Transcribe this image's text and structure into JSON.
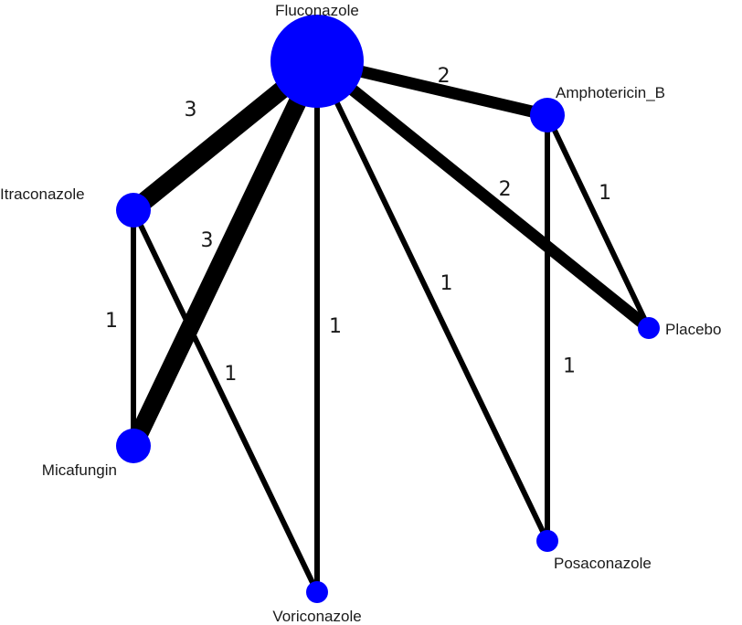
{
  "colors": {
    "node": "#0000ff",
    "edge": "#000000",
    "text": "#1a1a1a",
    "background": "#ffffff"
  },
  "nodes": [
    {
      "id": "fluconazole",
      "label": "Fluconazole",
      "size": 5
    },
    {
      "id": "amphotericin_b",
      "label": "Amphotericin_B",
      "size": 2
    },
    {
      "id": "itraconazole",
      "label": "Itraconazole",
      "size": 2
    },
    {
      "id": "placebo",
      "label": "Placebo",
      "size": 1
    },
    {
      "id": "micafungin",
      "label": "Micafungin",
      "size": 2
    },
    {
      "id": "posaconazole",
      "label": "Posaconazole",
      "size": 1
    },
    {
      "id": "voriconazole",
      "label": "Voriconazole",
      "size": 1
    }
  ],
  "edges": [
    {
      "source": "fluconazole",
      "target": "amphotericin_b",
      "label": "2",
      "weight": 2
    },
    {
      "source": "fluconazole",
      "target": "itraconazole",
      "label": "3",
      "weight": 3
    },
    {
      "source": "fluconazole",
      "target": "micafungin",
      "label": "3",
      "weight": 3
    },
    {
      "source": "fluconazole",
      "target": "placebo",
      "label": "2",
      "weight": 2
    },
    {
      "source": "fluconazole",
      "target": "voriconazole",
      "label": "1",
      "weight": 1
    },
    {
      "source": "fluconazole",
      "target": "posaconazole",
      "label": "1",
      "weight": 1
    },
    {
      "source": "amphotericin_b",
      "target": "placebo",
      "label": "1",
      "weight": 1
    },
    {
      "source": "amphotericin_b",
      "target": "posaconazole",
      "label": "1",
      "weight": 1
    },
    {
      "source": "itraconazole",
      "target": "micafungin",
      "label": "1",
      "weight": 1
    },
    {
      "source": "itraconazole",
      "target": "voriconazole",
      "label": "1",
      "weight": 1
    }
  ]
}
